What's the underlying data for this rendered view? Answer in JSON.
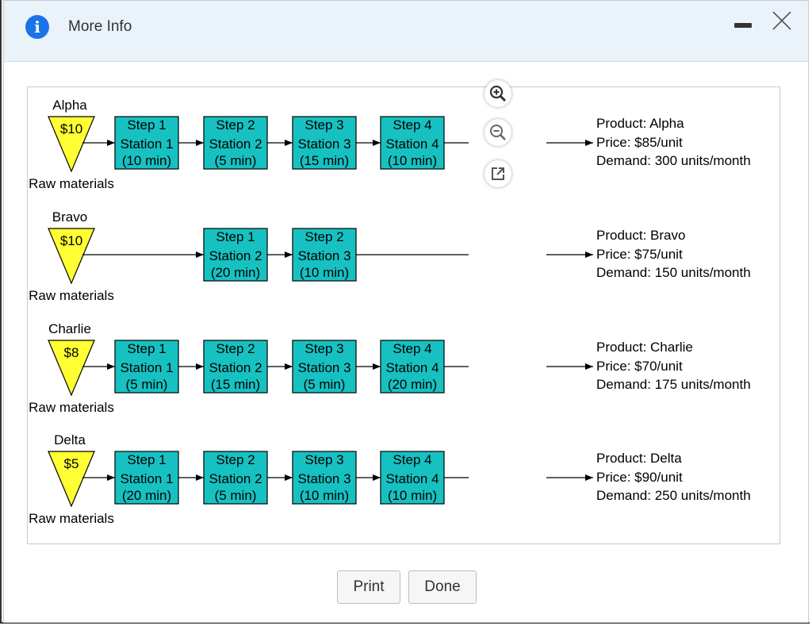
{
  "window": {
    "title": "More Info"
  },
  "controls": {
    "minimize": "minimize-icon",
    "close": "close-icon"
  },
  "toolbar": {
    "zoom_in": "zoom-in-icon",
    "zoom_out": "zoom-out-icon",
    "open_external": "external-link-icon"
  },
  "colors": {
    "station": "#17c1c1",
    "raw": "#ffff33",
    "header_bg": "#eaf2fa",
    "info": "#1a73e8"
  },
  "raw_materials_label": "Raw materials",
  "products": [
    {
      "name": "Alpha",
      "cost": "$10",
      "steps": [
        {
          "step": "Step 1",
          "station": "Station 1",
          "time": "(10 min)"
        },
        {
          "step": "Step 2",
          "station": "Station 2",
          "time": "(5 min)"
        },
        {
          "step": "Step 3",
          "station": "Station 3",
          "time": "(15 min)"
        },
        {
          "step": "Step 4",
          "station": "Station 4",
          "time": "(10 min)"
        }
      ],
      "product": "Product: Alpha",
      "price": "Price: $85/unit",
      "demand": "Demand: 300 units/month"
    },
    {
      "name": "Bravo",
      "cost": "$10",
      "steps": [
        {
          "step": "Step 1",
          "station": "Station 2",
          "time": "(20 min)"
        },
        {
          "step": "Step 2",
          "station": "Station 3",
          "time": "(10 min)"
        }
      ],
      "product": "Product: Bravo",
      "price": "Price: $75/unit",
      "demand": "Demand: 150 units/month"
    },
    {
      "name": "Charlie",
      "cost": "$8",
      "steps": [
        {
          "step": "Step 1",
          "station": "Station 1",
          "time": "(5 min)"
        },
        {
          "step": "Step 2",
          "station": "Station 2",
          "time": "(15 min)"
        },
        {
          "step": "Step 3",
          "station": "Station 3",
          "time": "(5 min)"
        },
        {
          "step": "Step 4",
          "station": "Station 4",
          "time": "(20 min)"
        }
      ],
      "product": "Product: Charlie",
      "price": "Price: $70/unit",
      "demand": "Demand: 175 units/month"
    },
    {
      "name": "Delta",
      "cost": "$5",
      "steps": [
        {
          "step": "Step 1",
          "station": "Station 1",
          "time": "(20 min)"
        },
        {
          "step": "Step 2",
          "station": "Station 2",
          "time": "(5 min)"
        },
        {
          "step": "Step 3",
          "station": "Station 3",
          "time": "(10 min)"
        },
        {
          "step": "Step 4",
          "station": "Station 4",
          "time": "(10 min)"
        }
      ],
      "product": "Product: Delta",
      "price": "Price: $90/unit",
      "demand": "Demand: 250 units/month"
    }
  ],
  "footer": {
    "print_label": "Print",
    "done_label": "Done"
  }
}
